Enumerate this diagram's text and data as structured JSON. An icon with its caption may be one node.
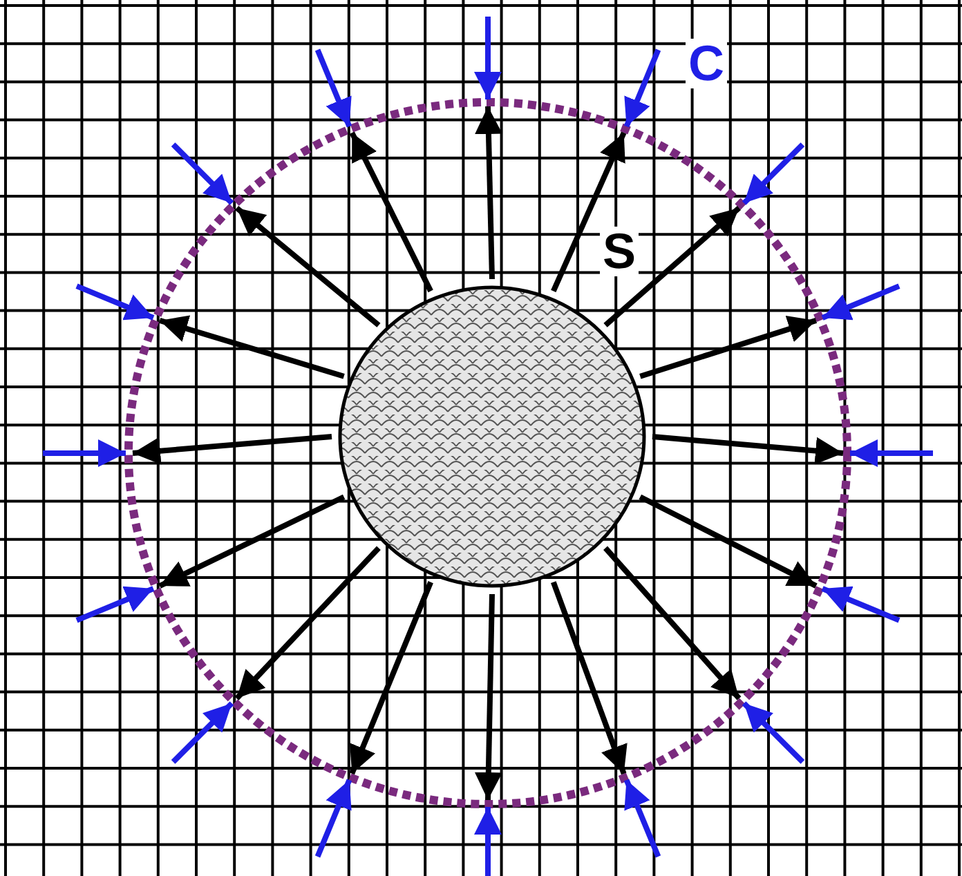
{
  "diagram": {
    "nodes": [
      {
        "text": [],
        "shape": "circle",
        "in": 1
      },
      {
        "text": [],
        "shape": "circle"
      }
    ],
    "edges": [
      {
        "from": 0,
        "to": 1,
        "arrow": "to"
      },
      {
        "from": 0,
        "to": 1,
        "arrow": "to"
      },
      {
        "from": 0,
        "to": 1,
        "arrow": "to"
      },
      {
        "from": 0,
        "to": 1,
        "arrow": "to"
      },
      {
        "from": 0,
        "to": 1,
        "arrow": "to"
      },
      {
        "from": 0,
        "to": 1,
        "arrow": "to"
      },
      {
        "from": 0,
        "to": 1,
        "arrow": "to"
      },
      {
        "from": 0,
        "to": 1,
        "arrow": "to"
      },
      {
        "from": 0,
        "to": 1,
        "arrow": "to"
      },
      {
        "from": 0,
        "to": 1,
        "arrow": "to"
      },
      {
        "from": 0,
        "to": 1,
        "arrow": "to"
      },
      {
        "from": 0,
        "to": 1,
        "arrow": "to"
      },
      {
        "from": 0,
        "to": 1,
        "arrow": "to"
      },
      {
        "from": 0,
        "to": 1,
        "arrow": "to"
      },
      {
        "from": 0,
        "to": 1,
        "arrow": "to"
      },
      {
        "from": 0,
        "to": 1,
        "arrow": "to"
      },
      {
        "from": null,
        "to": 1,
        "arrow": "to",
        "color": "#1f1fe6"
      },
      {
        "from": null,
        "to": 1,
        "arrow": "to",
        "color": "#1f1fe6"
      },
      {
        "from": null,
        "to": 1,
        "arrow": "to",
        "color": "#1f1fe6"
      },
      {
        "from": null,
        "to": 1,
        "arrow": "to",
        "color": "#1f1fe6"
      },
      {
        "from": null,
        "to": 1,
        "arrow": "to",
        "color": "#1f1fe6"
      },
      {
        "from": null,
        "to": 1,
        "arrow": "to",
        "color": "#1f1fe6"
      },
      {
        "from": null,
        "to": 1,
        "arrow": "to",
        "color": "#1f1fe6"
      },
      {
        "from": null,
        "to": 1,
        "arrow": "to",
        "color": "#1f1fe6"
      },
      {
        "from": null,
        "to": 1,
        "arrow": "to",
        "color": "#1f1fe6"
      },
      {
        "from": null,
        "to": 1,
        "arrow": "to",
        "color": "#1f1fe6"
      },
      {
        "from": null,
        "to": 1,
        "arrow": "to",
        "color": "#1f1fe6"
      },
      {
        "from": null,
        "to": 1,
        "arrow": "to",
        "color": "#1f1fe6"
      },
      {
        "from": null,
        "to": 1,
        "arrow": "to",
        "color": "#1f1fe6"
      },
      {
        "from": null,
        "to": 1,
        "arrow": "to",
        "color": "#1f1fe6"
      },
      {
        "from": null,
        "to": 1,
        "arrow": "to",
        "color": "#1f1fe6"
      },
      {
        "from": null,
        "to": 1,
        "arrow": "to",
        "color": "#1f1fe6"
      }
    ],
    "labels": [
      "C",
      "S"
    ]
  }
}
